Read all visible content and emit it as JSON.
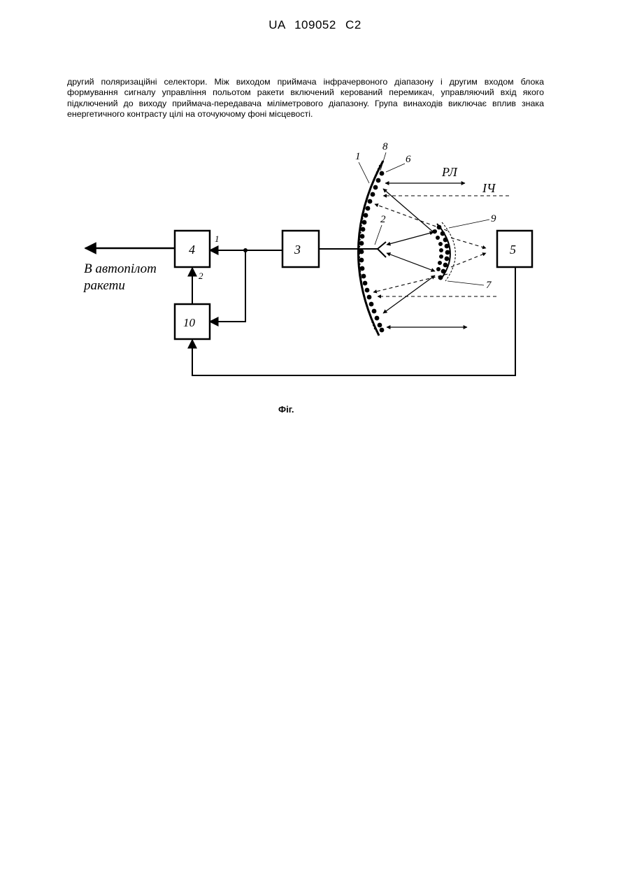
{
  "header": {
    "doc_id": "UA   109052   C2"
  },
  "body_text": "другий поляризаційні селектори. Між виходом приймача інфрачервоного діапазону і другим входом блока формування сигналу управління польотом ракети включений керований перемикач, управляючий вхід якого підключений до виходу приймача-передавача міліметрового діапазону. Група винаходів виключає вплив знака енергетичного контрасту цілі на оточуючому фоні місцевості.",
  "figure": {
    "output_label_line1": "В автопілот",
    "output_label_line2": "ракети",
    "blocks": {
      "b4": "4",
      "b3": "3",
      "b5": "5",
      "b10": "10"
    },
    "port_labels": {
      "p1": "1",
      "p2": "2"
    },
    "element_labels": {
      "e1": "1",
      "e2": "2",
      "e6": "6",
      "e7": "7",
      "e8": "8",
      "e9": "9"
    },
    "rl_label": "РЛ",
    "ir_label": "ІЧ",
    "caption": "Фіг."
  }
}
